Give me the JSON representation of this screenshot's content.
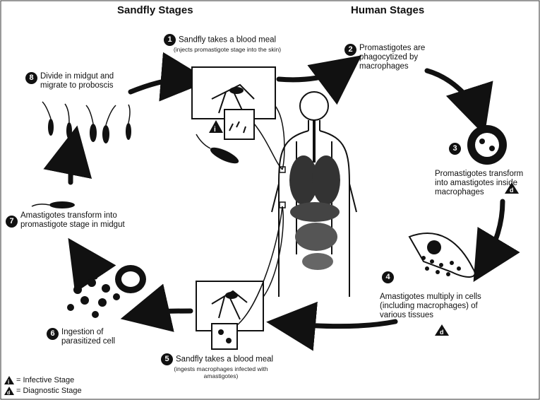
{
  "headers": {
    "sandfly": "Sandfly Stages",
    "human": "Human Stages"
  },
  "steps": [
    {
      "num": "1",
      "title": "Sandfly takes a blood meal",
      "sub": "(injects promastigote stage into the skin)"
    },
    {
      "num": "2",
      "title": "Promastigotes are phagocytized by macrophages"
    },
    {
      "num": "3",
      "title": "Promastigotes transform into amastigotes inside macrophages"
    },
    {
      "num": "4",
      "title": "Amastigotes multiply in cells (including macrophages) of various tissues"
    },
    {
      "num": "5",
      "title": "Sandfly takes a blood meal",
      "sub": "(ingests macrophages infected with amastigotes)"
    },
    {
      "num": "6",
      "title": "Ingestion of parasitized cell"
    },
    {
      "num": "7",
      "title": "Amastigotes transform into promastigote stage in midgut"
    },
    {
      "num": "8",
      "title": "Divide in midgut and migrate to proboscis"
    }
  ],
  "legend": {
    "infective": "= Infective Stage",
    "diagnostic": "= Diagnostic Stage"
  },
  "stage_markers": [
    {
      "step": "1",
      "kind": "infective"
    },
    {
      "step": "3",
      "kind": "diagnostic"
    },
    {
      "step": "4",
      "kind": "diagnostic"
    }
  ],
  "colors": {
    "ink": "#111111",
    "paper": "#ffffff"
  }
}
